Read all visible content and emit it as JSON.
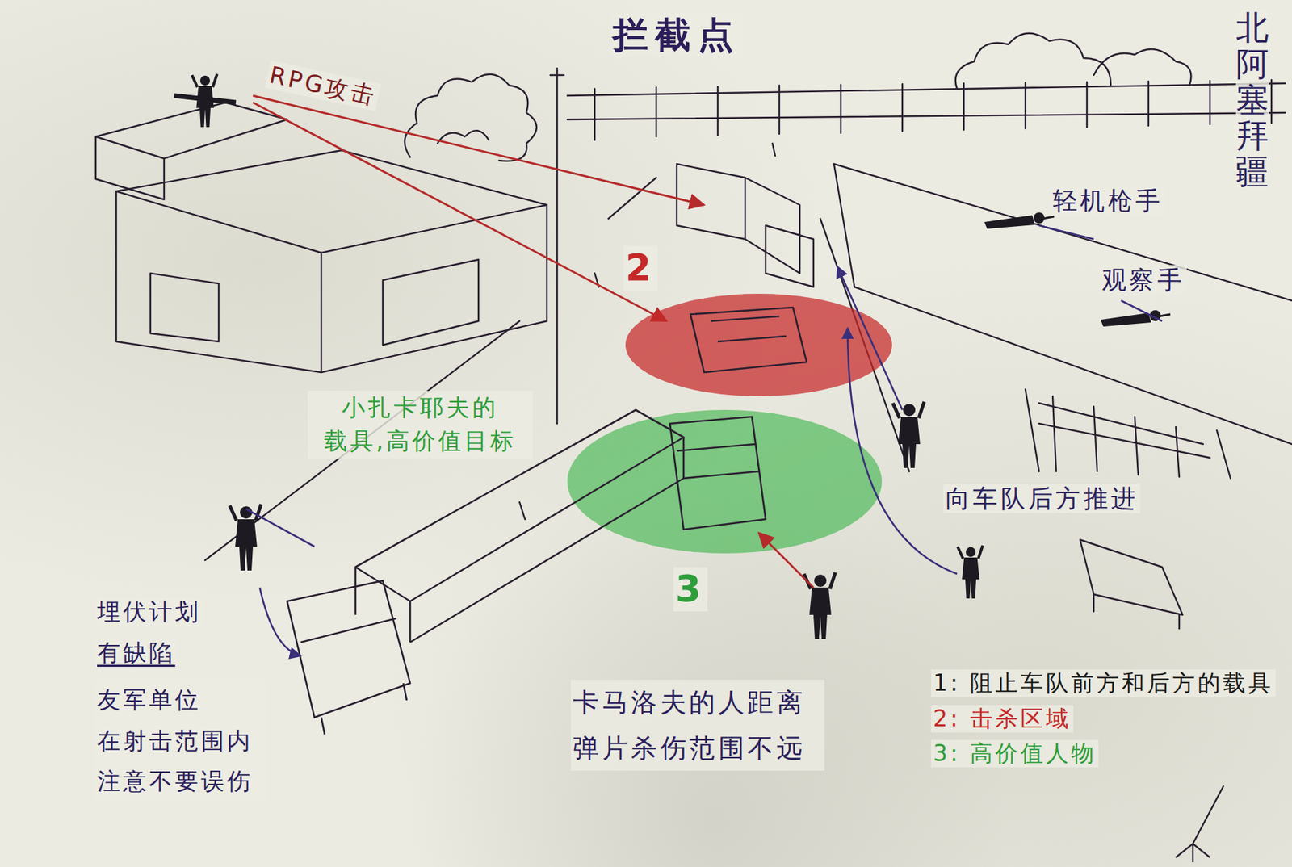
{
  "diagram": {
    "title": "拦截点",
    "labels": [
      "RPG攻击",
      "2",
      "小扎卡耶夫的 载具,高价值目标",
      "3",
      "轻机枪手",
      "观察手",
      "向车队后方推进",
      "北阿塞拜疆",
      "埋伏计划",
      "有缺陷",
      "友军单位 在射击范围内 注意不要误伤",
      "卡马洛夫的人距离 弹片杀伤范围不远",
      "1: 阻止车队前方和后方的载具",
      "2: 击杀区域",
      "3: 高价值人物"
    ]
  }
}
